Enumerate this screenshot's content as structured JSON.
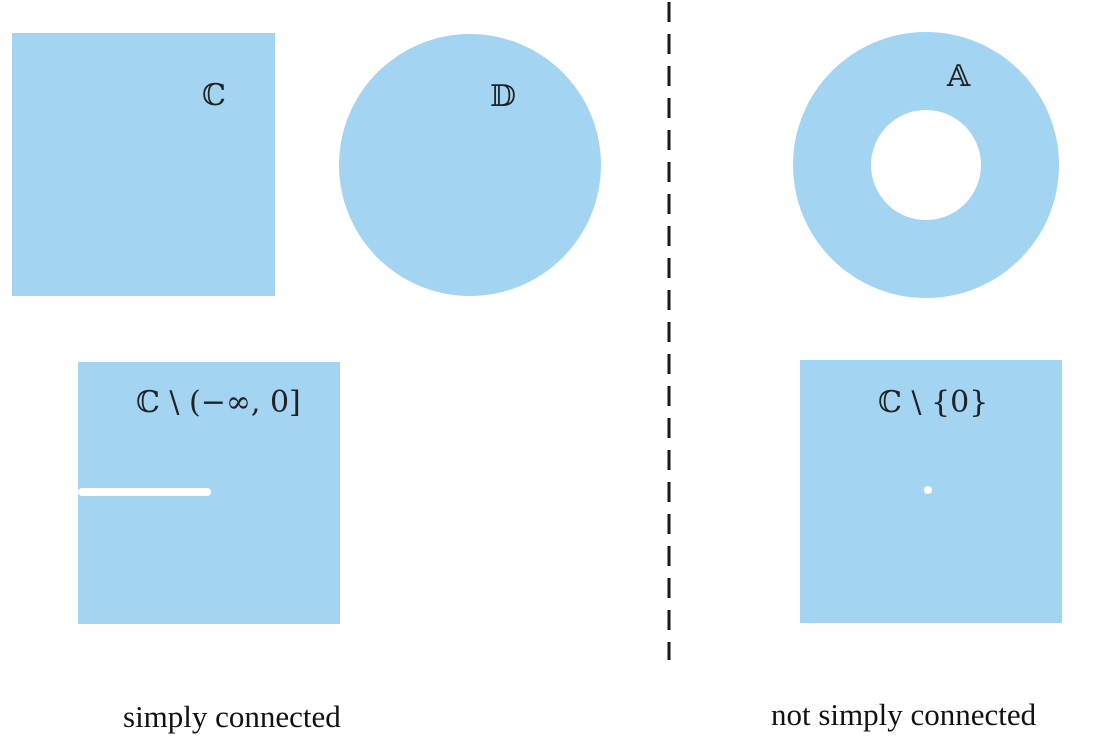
{
  "colors": {
    "region_fill": "#a3d5f3",
    "background": "#ffffff",
    "divider": "#1a1a1a",
    "text": "#222222"
  },
  "regions": {
    "complex_plane": {
      "label": "ℂ"
    },
    "unit_disk": {
      "label": "𝔻"
    },
    "slit_plane": {
      "label": "ℂ \\ (−∞, 0]"
    },
    "annulus": {
      "label": "𝔸"
    },
    "punctured_plane": {
      "label": "ℂ \\ {0}"
    }
  },
  "captions": {
    "left": "simply connected",
    "right": "not simply connected"
  }
}
